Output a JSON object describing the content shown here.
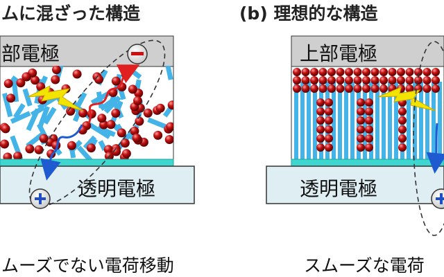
{
  "left_panel": {
    "title": "ムに混ざった構造",
    "top_electrode": "部電極",
    "bottom_electrode": "透明電極",
    "caption": "ムーズでない電荷移動",
    "minus_symbol": "−",
    "plus_symbol": "+"
  },
  "right_panel": {
    "title": "(b) 理想的な構造",
    "top_electrode": "上部電極",
    "bottom_electrode": "透明電極",
    "caption": "スムーズな電荷"
  },
  "colors": {
    "electrode_gray": "#cfcfcf",
    "transparent_electrode": "#dfeef3",
    "cyan_layer": "#3fd6cf",
    "acceptor_red": "#c21212",
    "donor_blue": "#44b4e8",
    "lightning_yellow": "#f3e300",
    "electron_path_red": "#e02020",
    "hole_path_blue": "#1e5bd0"
  }
}
